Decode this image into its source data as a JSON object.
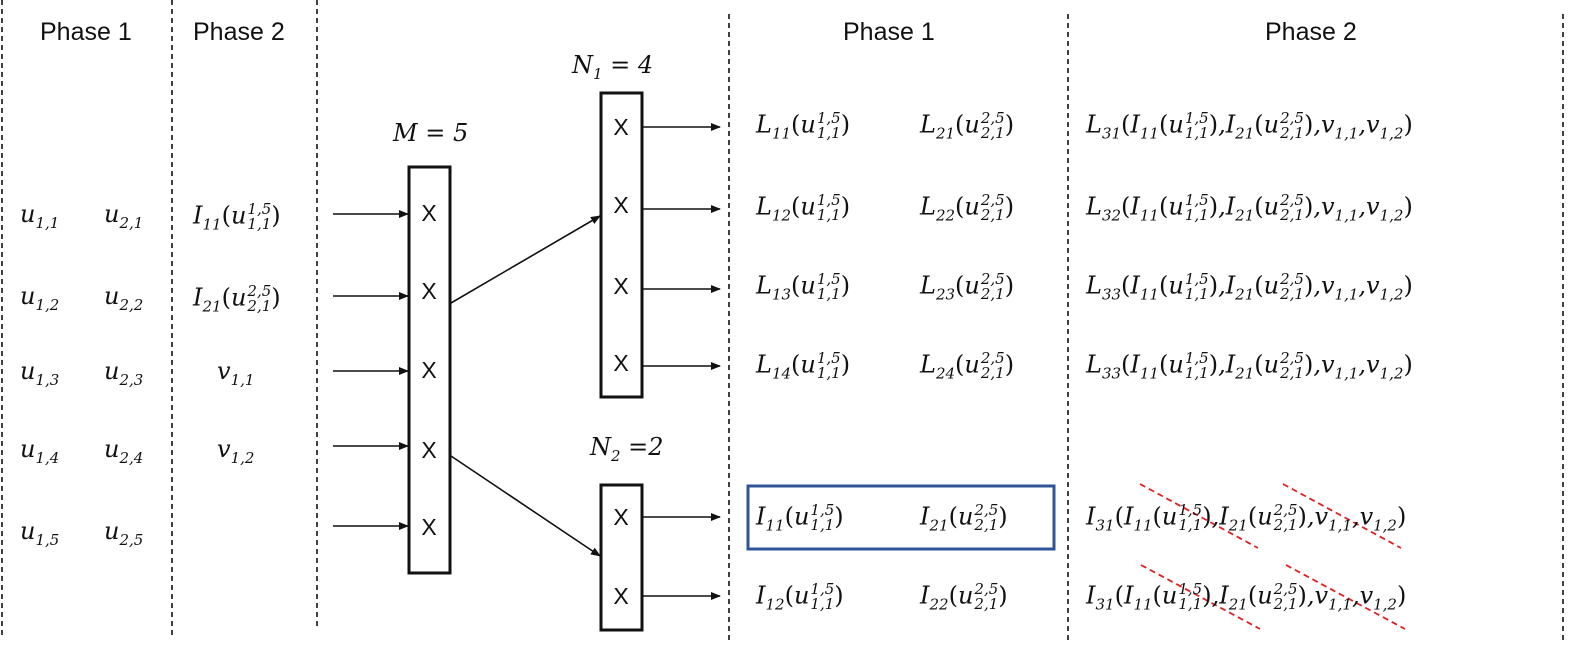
{
  "headers": {
    "left_phase1": "Phase 1",
    "left_phase2": "Phase 2",
    "right_phase1": "Phase 1",
    "right_phase2": "Phase 2"
  },
  "labels": {
    "m_label": "M = 5",
    "n1_label": "N1 = 4",
    "n2_label": "N2 =2",
    "node_symbol": "X"
  },
  "left_phase1_cells": [
    [
      "u1,1",
      "u2,1"
    ],
    [
      "u1,2",
      "u2,2"
    ],
    [
      "u1,3",
      "u2,3"
    ],
    [
      "u1,4",
      "u2,4"
    ],
    [
      "u1,5",
      "u2,5"
    ]
  ],
  "left_phase2_cells": [
    "I11(u1,1^1,5)",
    "I21(u2,1^2,5)",
    "v1,1",
    "v1,2"
  ],
  "right_phase1_rows": [
    [
      "L11(u1,1^1,5)",
      "L21(u2,1^2,5)"
    ],
    [
      "L12(u1,1^1,5)",
      "L22(u2,1^2,5)"
    ],
    [
      "L13(u1,1^1,5)",
      "L23(u2,1^2,5)"
    ],
    [
      "L14(u1,1^1,5)",
      "L24(u2,1^2,5)"
    ],
    [
      "I11(u1,1^1,5)",
      "I21(u2,1^2,5)"
    ],
    [
      "I12(u1,1^1,5)",
      "I22(u2,1^2,5)"
    ]
  ],
  "right_phase2_rows": [
    "L31(I11(u1,1^1,5), I21(u2,1^2,5), v1,1, v1,2)",
    "L32(I11(u1,1^1,5), I21(u2,1^2,5), v1,1, v1,2)",
    "L33(I11(u1,1^1,5), I21(u2,1^2,5), v1,1, v1,2)",
    "L33(I11(u1,1^1,5), I21(u2,1^2,5), v1,1, v1,2)",
    "I31(I11(u1,1^1,5), I21(u2,1^2,5), v1,1, v1,2)",
    "I31(I11(u1,1^1,5), I21(u2,1^2,5), v1,1, v1,2)"
  ],
  "colors": {
    "highlight_box": "#2f5597",
    "strike": "#e02020",
    "ink": "#111111"
  }
}
